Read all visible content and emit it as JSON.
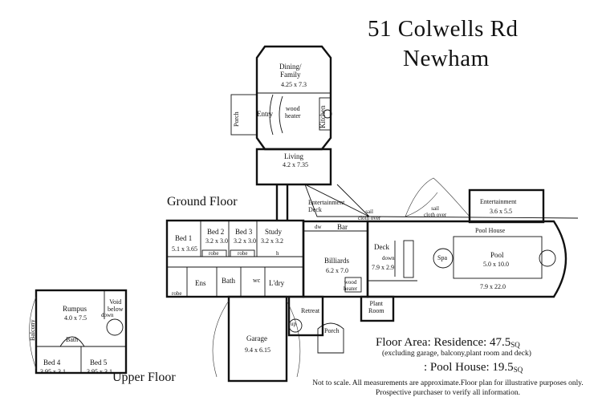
{
  "header": {
    "address_line1": "51 Colwells Rd",
    "address_line2": "Newham"
  },
  "floors": {
    "ground": "Ground Floor",
    "upper": "Upper Floor"
  },
  "rooms": {
    "dining": {
      "name": "Dining/\nFamily",
      "size": "4.25 x 7.3"
    },
    "porch_top": "Porch",
    "entry": "Entry",
    "heater": "wood\nheater",
    "kitchen": "Kitchen",
    "living": {
      "name": "Living",
      "size": "4.2 x 7.35"
    },
    "ent_deck": "Entertainment\nDeck",
    "sail_1": "sail\ncloth over",
    "sail_2": "sail\ncloth over",
    "entertainment": {
      "name": "Entertainment",
      "size": "3.6 x 5.5"
    },
    "bed1": {
      "name": "Bed 1",
      "size": "5.1 x 3.65"
    },
    "bed2": {
      "name": "Bed 2",
      "size": "3.2 x 3.0"
    },
    "bed3": {
      "name": "Bed 3",
      "size": "3.2 x 3.0"
    },
    "study": {
      "name": "Study",
      "size": "3.2 x 3.2"
    },
    "robe1": "robe",
    "robe2": "robe",
    "robe3": "robe",
    "robe_s": "h",
    "ens": "Ens",
    "bath": "Bath",
    "wc": "wc",
    "ldry": "L'dry",
    "dw": "dw",
    "bar": "Bar",
    "billiards": {
      "name": "Billiards",
      "size": "6.2 x 7.0"
    },
    "billiards_heater": "wood\nheater",
    "deck": {
      "name": "Deck",
      "size": "7.9 x 2.9"
    },
    "down1": "down",
    "pool_house": "Pool House",
    "spa": "Spa",
    "pool": {
      "name": "Pool",
      "size": "5.0 x 10.0"
    },
    "pool_house_size": "7.9 x 22.0",
    "plant_room": "Plant\nRoom",
    "retreat": "Retreat",
    "porch_low": "Porch",
    "up": "up",
    "garage": {
      "name": "Garage",
      "size": "9.4 x 6.15"
    },
    "rumpus": {
      "name": "Rumpus",
      "size": "4.0 x 7.5"
    },
    "void": "Void\nbelow",
    "down2": "down",
    "balcony": "Balcony",
    "upper_bath": "Bath",
    "bed4": {
      "name": "Bed 4",
      "size": "3.95 x 3.1"
    },
    "bed5": {
      "name": "Bed 5",
      "size": "3.95 x 3.1"
    }
  },
  "areas": {
    "residence": "Floor Area: Residence: 47.5",
    "residence_unit": "SQ",
    "residence_note": "(excluding garage, balcony,plant room and deck)",
    "pool_house": ":  Pool House: 19.5",
    "pool_house_unit": "SQ"
  },
  "notes": {
    "line1": "Not to scale. All measurements are approximate.Floor plan for illustrative purposes only.",
    "line2": "Prospective purchaser to verify all information."
  }
}
